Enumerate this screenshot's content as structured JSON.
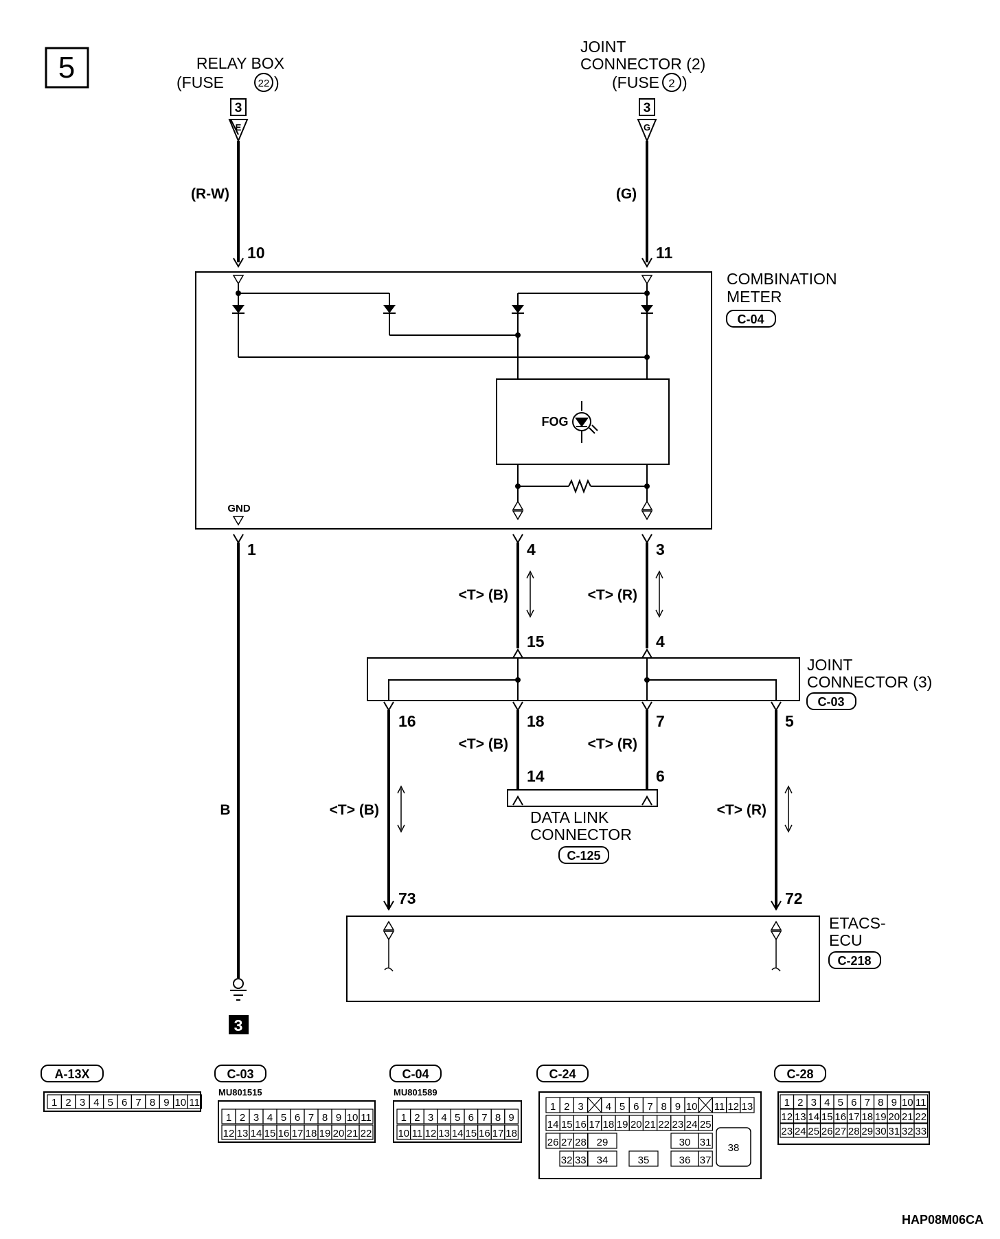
{
  "page_number": "5",
  "relay_box": {
    "line1": "RELAY BOX",
    "line2": "(FUSE",
    "fuse": "22",
    "line2_end": ")",
    "ref_num": "3",
    "ref_letter": "E",
    "wire": "(R-W)",
    "pin": "10"
  },
  "joint_connector_2": {
    "line1": "JOINT",
    "line2": "CONNECTOR (2)",
    "line3": "(FUSE",
    "fuse": "2",
    "line3_end": ")",
    "ref_num": "3",
    "ref_letter": "G",
    "wire": "(G)",
    "pin": "11"
  },
  "combination_meter": {
    "line1": "COMBINATION",
    "line2": "METER",
    "code": "C-04",
    "fog_label": "FOG",
    "gnd_label": "GND",
    "pin_gnd": "1",
    "pin_b": "4",
    "pin_r": "3"
  },
  "wires_upper": {
    "left": "<T> (B)",
    "right": "<T> (R)"
  },
  "joint_connector_3": {
    "line1": "JOINT",
    "line2": "CONNECTOR (3)",
    "code": "C-03",
    "pin_in_left": "15",
    "pin_in_right": "4",
    "pin_out_16": "16",
    "pin_out_18": "18",
    "pin_out_7": "7",
    "pin_out_5": "5"
  },
  "wires_mid": {
    "left": "<T> (B)",
    "right": "<T> (R)"
  },
  "data_link_connector": {
    "line1": "DATA LINK",
    "line2": "CONNECTOR",
    "code": "C-125",
    "pin_b": "14",
    "pin_r": "6"
  },
  "wires_lower": {
    "left": "<T> (B)",
    "right": "<T> (R)"
  },
  "ground_wire": "B",
  "ground_ref": "3",
  "etacs_ecu": {
    "line1": "ETACS-",
    "line2": "ECU",
    "code": "C-218",
    "pin_left": "73",
    "pin_right": "72"
  },
  "connectors": {
    "a13x": {
      "code": "A-13X",
      "row1": [
        "1",
        "2",
        "3",
        "4",
        "5",
        "6",
        "7",
        "8",
        "9",
        "10",
        "11"
      ]
    },
    "c03": {
      "code": "C-03",
      "part": "MU801515",
      "row1": [
        "1",
        "2",
        "3",
        "4",
        "5",
        "6",
        "7",
        "8",
        "9",
        "10",
        "11"
      ],
      "row2": [
        "12",
        "13",
        "14",
        "15",
        "16",
        "17",
        "18",
        "19",
        "20",
        "21",
        "22"
      ]
    },
    "c04": {
      "code": "C-04",
      "part": "MU801589",
      "row1": [
        "1",
        "2",
        "3",
        "4",
        "5",
        "6",
        "7",
        "8",
        "9"
      ],
      "row2": [
        "10",
        "11",
        "12",
        "13",
        "14",
        "15",
        "16",
        "17",
        "18"
      ]
    },
    "c24": {
      "code": "C-24",
      "row1": [
        "1",
        "2",
        "3",
        "",
        "4",
        "5",
        "6",
        "7",
        "8",
        "9",
        "10",
        "",
        "11",
        "12",
        "13"
      ],
      "row2": [
        "14",
        "15",
        "16",
        "17",
        "18",
        "19",
        "20",
        "21",
        "22",
        "23",
        "24",
        "25"
      ],
      "r3": [
        "26",
        "27",
        "28",
        "29",
        "30",
        "31",
        "38"
      ],
      "r4": [
        "32",
        "33",
        "34",
        "35",
        "36",
        "37"
      ]
    },
    "c28": {
      "code": "C-28",
      "row1": [
        "1",
        "2",
        "3",
        "4",
        "5",
        "6",
        "7",
        "8",
        "9",
        "10",
        "11"
      ],
      "row2": [
        "12",
        "13",
        "14",
        "15",
        "16",
        "17",
        "18",
        "19",
        "20",
        "21",
        "22"
      ],
      "row3": [
        "23",
        "24",
        "25",
        "26",
        "27",
        "28",
        "29",
        "30",
        "31",
        "32",
        "33"
      ]
    }
  },
  "figure_id": "HAP08M06CA"
}
